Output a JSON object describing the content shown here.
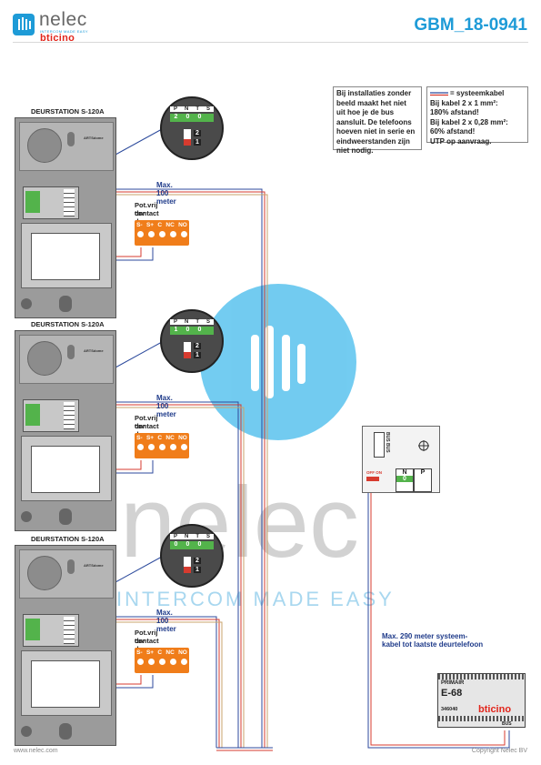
{
  "header": {
    "logo_brand": "nelec",
    "logo_tagline": "INTERCOM MADE EASY",
    "logo_bticino": "bticino",
    "document_code": "GBM_18-0941"
  },
  "notes": {
    "installation_note": [
      "Bij installaties zonder",
      "beeld maakt het niet",
      "uit hoe je de bus",
      "aansluit. De telefoons",
      "hoeven niet in serie en",
      "eindweerstanden zijn",
      "niet nodig."
    ],
    "cable_legend_title": "= systeemkabel",
    "cable_legend_lines": [
      "Bij kabel 2 x 1 mm²:",
      "180% afstand!",
      "Bij kabel 2 x 0,28 mm²:",
      "60% afstand!",
      "UTP op aanvraag."
    ]
  },
  "stations": [
    {
      "title": "DEURSTATION S-120A",
      "max_label": "Max. 100 meter",
      "contact_label": [
        "Pot.vrij contact",
        "tbv deuropener"
      ],
      "jumpers": {
        "P": "2",
        "N": "0",
        "T": "0"
      }
    },
    {
      "title": "DEURSTATION S-120A",
      "max_label": "Max. 100 meter",
      "contact_label": [
        "Pot.vrij contact",
        "tbv deuropener"
      ],
      "jumpers": {
        "P": "1",
        "N": "0",
        "T": "0"
      }
    },
    {
      "title": "DEURSTATION S-120A",
      "max_label": "Max. 100 meter",
      "contact_label": [
        "Pot.vrij contact",
        "tbv deuropener"
      ],
      "jumpers": {
        "P": "0",
        "N": "0",
        "T": "0"
      }
    }
  ],
  "jumper_headers": [
    "P",
    "N",
    "T",
    "S"
  ],
  "switch_labels": [
    "2",
    "1"
  ],
  "contact_terminals": [
    "S-",
    "S+",
    "C",
    "NC",
    "NO"
  ],
  "panel_brand": "ARTSdome",
  "telephone": {
    "terminal_labels": [
      "BUS",
      "BUS"
    ],
    "switch_label": "OFF ON",
    "cells": [
      "N",
      "P"
    ],
    "cell_value": "0"
  },
  "system_cable_label": [
    "Max. 290 meter systeem-",
    "kabel tot laatste deurtelefoon"
  ],
  "power_supply": {
    "primary_label": "PRIMAIR",
    "model": "E-68",
    "part_number": "346040",
    "brand": "bticino",
    "bus_label": "BUS"
  },
  "watermark": {
    "word": "nelec",
    "tagline": "INTERCOM MADE EASY"
  },
  "footer": {
    "website": "www.nelec.com",
    "copyright": "Copyright Nelec BV"
  },
  "colors": {
    "accent": "#1e9bd7",
    "bticino_red": "#e2261c",
    "terminal_orange": "#f07d1a",
    "wire_blue": "#2c4a9c",
    "wire_red": "#d73b2f",
    "max_label": "#1f3b8a"
  }
}
